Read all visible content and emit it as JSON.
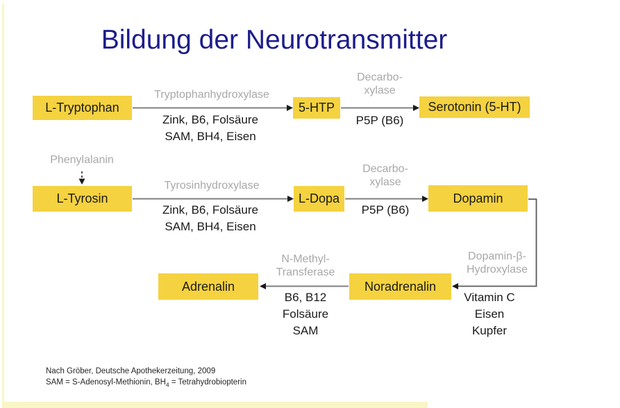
{
  "title": "Bildung der Neurotransmitter",
  "colors": {
    "box_fill": "#f5d240",
    "title_text": "#1d1d8c",
    "enzyme_gray": "#a8a8a8",
    "body_text": "#1a1a1a",
    "arrow_line": "#7f7f7f",
    "arrow_head": "#1a1a1a",
    "connector_line": "#595959",
    "border_stripe": "#f9f6c6"
  },
  "nodes": {
    "l_tryptophan": "L-Tryptophan",
    "five_htp": "5-HTP",
    "serotonin": "Serotonin (5-HT)",
    "phenylalanin": "Phenylalanin",
    "l_tyrosin": "L-Tyrosin",
    "l_dopa": "L-Dopa",
    "dopamin": "Dopamin",
    "adrenalin": "Adrenalin",
    "noradrenalin": "Noradrenalin"
  },
  "reactions": {
    "tryptophan_to_5htp": {
      "enzyme": "Tryptophanhydroxylase",
      "cofactors": [
        "Zink, B6, Folsäure",
        "SAM, BH4, Eisen"
      ]
    },
    "fivehtp_to_serotonin": {
      "enzyme": [
        "Decarbo-",
        "xylase"
      ],
      "cofactors": [
        "P5P (B6)"
      ]
    },
    "tyrosin_to_ldopa": {
      "enzyme": "Tyrosinhydroxylase",
      "cofactors": [
        "Zink, B6, Folsäure",
        "SAM, BH4, Eisen"
      ]
    },
    "ldopa_to_dopamin": {
      "enzyme": [
        "Decarbo-",
        "xylase"
      ],
      "cofactors": [
        "P5P (B6)"
      ]
    },
    "dopamin_to_noradrenalin": {
      "enzyme": [
        "Dopamin-β-",
        "Hydroxylase"
      ],
      "cofactors": [
        "Vitamin C",
        "Eisen",
        "Kupfer"
      ]
    },
    "noradrenalin_to_adrenalin": {
      "enzyme": [
        "N-Methyl-",
        "Transferase"
      ],
      "cofactors": [
        "B6, B12",
        "Folsäure",
        "SAM"
      ]
    }
  },
  "footer": {
    "line1": "Nach Gröber, Deutsche Apothekerzeitung, 2009",
    "line2_pre": "SAM = S-Adenosyl-Methionin, BH",
    "line2_sub": "4",
    "line2_post": " = Tetrahydrobiopterin"
  }
}
